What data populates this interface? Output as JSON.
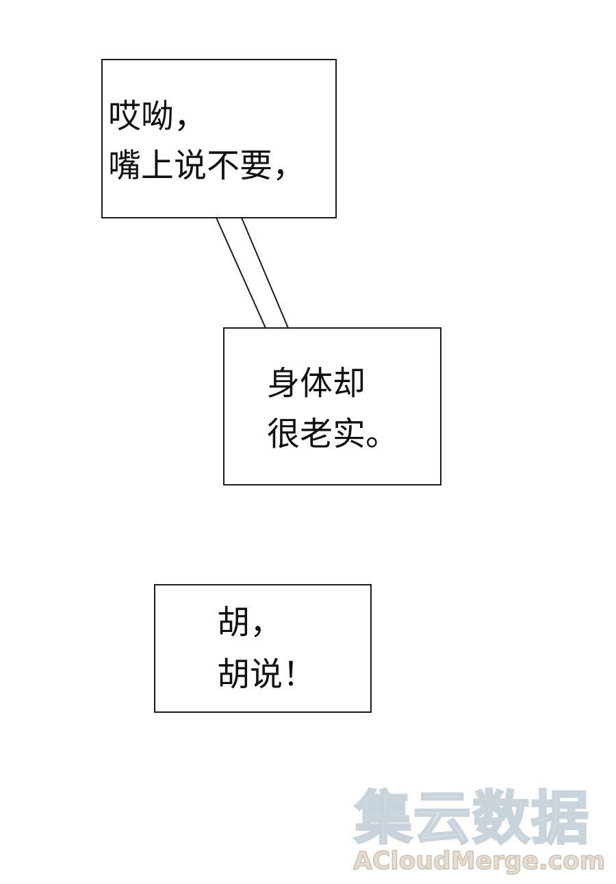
{
  "bubbles": [
    {
      "lines": [
        "哎呦，",
        "嘴上说不要，"
      ]
    },
    {
      "lines": [
        "身体却",
        "很老实。"
      ]
    },
    {
      "lines": [
        "胡，",
        "胡说！"
      ]
    }
  ],
  "watermark": {
    "chinese": "集云数据",
    "english": "ACloudMerge.com"
  },
  "colors": {
    "background": "#ffffff",
    "border": "#1a1a1a",
    "text": "#111111"
  }
}
